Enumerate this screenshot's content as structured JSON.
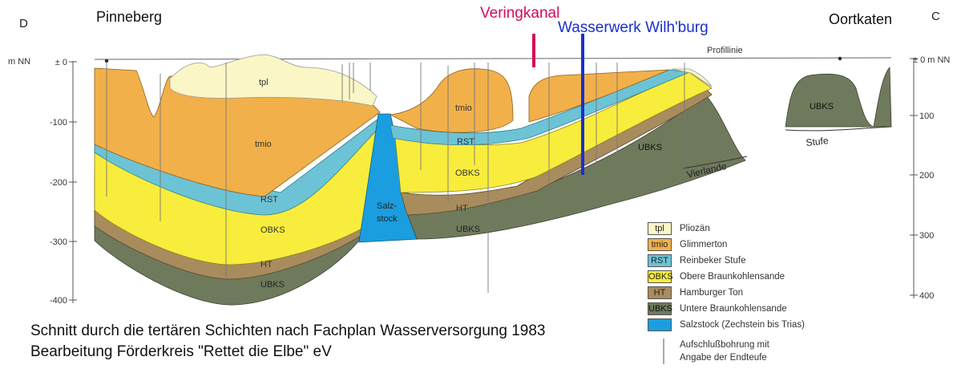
{
  "stations": {
    "left_letter": "D",
    "left_place": "Pinneberg",
    "right_letter": "C",
    "right_place": "Oortkaten"
  },
  "markers": {
    "veringkanal": {
      "label": "Veringkanal",
      "color": "#d6095b"
    },
    "wasserwerk": {
      "label": "Wasserwerk Wilh'burg",
      "color": "#1a2fd0"
    }
  },
  "axis": {
    "left_unit": "m NN",
    "left_ticks": [
      "± 0",
      "-100",
      "-200",
      "-300",
      "-400"
    ],
    "right_ticks": [
      "± 0 m NN",
      "100",
      "200",
      "300",
      "400"
    ]
  },
  "annotations": {
    "profile_line": "Profillinie",
    "vierlande": "Vierlande",
    "stufe": "Stufe"
  },
  "layer_labels": {
    "tpl": "tpl",
    "tmio_left": "tmio",
    "tmio_mid": "tmio",
    "rst_left": "RST",
    "rst_mid": "RST",
    "obks_left": "OBKS",
    "obks_mid": "OBKS",
    "ht_left": "HT",
    "ht_mid": "HT",
    "ubks_left": "UBKS",
    "ubks_mid": "UBKS",
    "ubks_right": "UBKS",
    "ubks_far": "UBKS",
    "salz_1": "Salz-",
    "salz_2": "stock"
  },
  "legend": [
    {
      "code": "tpl",
      "label": "Pliozän",
      "color": "#fbf6c6"
    },
    {
      "code": "tmio",
      "label": "Glimmerton",
      "color": "#f2b04a"
    },
    {
      "code": "RST",
      "label": "Reinbeker Stufe",
      "color": "#6cc3d5"
    },
    {
      "code": "OBKS",
      "label": "Obere Braunkohlensande",
      "color": "#f8ed3c"
    },
    {
      "code": "HT",
      "label": "Hamburger Ton",
      "color": "#a98c5d"
    },
    {
      "code": "UBKS",
      "label": "Untere Braunkohlensande",
      "color": "#6f7a5c"
    },
    {
      "code": "",
      "label": "Salzstock (Zechstein bis Trias)",
      "color": "#1a9ee0"
    }
  ],
  "legend_note": [
    "Aufschlußbohrung mit",
    "Angabe der Endteufe"
  ],
  "caption": {
    "line1": "Schnitt durch die tertären Schichten nach Fachplan Wasserversorgung 1983",
    "line2": "Bearbeitung Förderkreis \"Rettet die Elbe\" eV"
  }
}
